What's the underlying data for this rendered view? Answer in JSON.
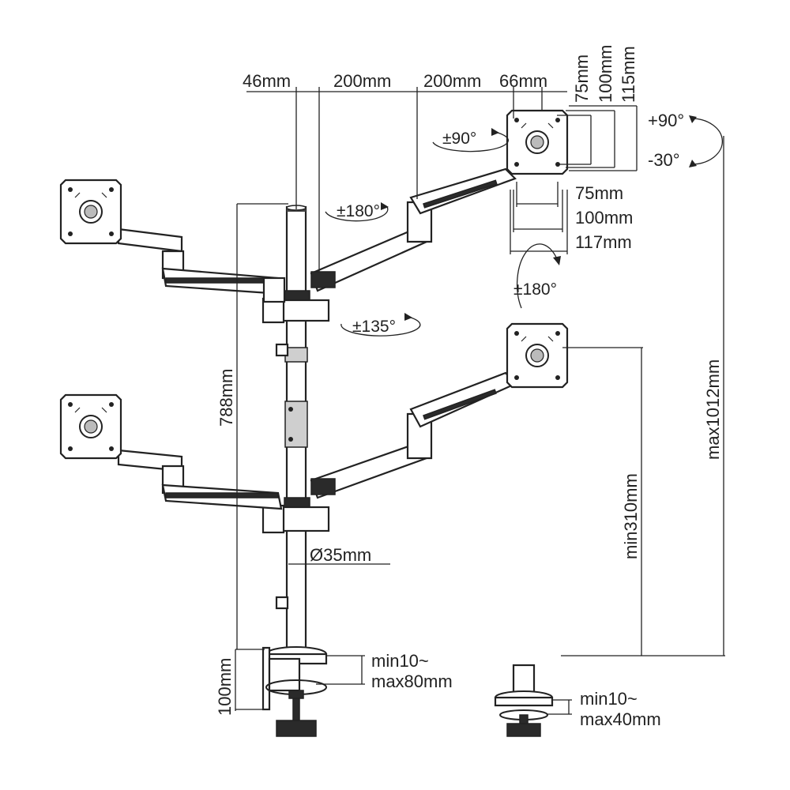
{
  "dimensions": {
    "offset_46": "46mm",
    "arm_200_a": "200mm",
    "arm_200_b": "200mm",
    "offset_66": "66mm",
    "vesa_v_75": "75mm",
    "vesa_v_100": "100mm",
    "vesa_v_115": "115mm",
    "tilt_up": "+90°",
    "tilt_down": "-30°",
    "vesa_h_75": "75mm",
    "vesa_h_100": "100mm",
    "vesa_h_117": "117mm",
    "rot_plate": "±180°",
    "rot_90": "±90°",
    "rot_arm_180": "±180°",
    "rot_135": "±135°",
    "pole_height": "788mm",
    "max_height": "max1012mm",
    "min_height": "min310mm",
    "pole_diameter": "Ø35mm",
    "clamp_height": "100mm",
    "clamp_range_1": "min10~",
    "clamp_range_2": "max80mm",
    "grommet_range_1": "min10~",
    "grommet_range_2": "max40mm"
  },
  "colors": {
    "line": "#222222",
    "background": "#ffffff",
    "fill_dark": "#2a2a2a"
  }
}
